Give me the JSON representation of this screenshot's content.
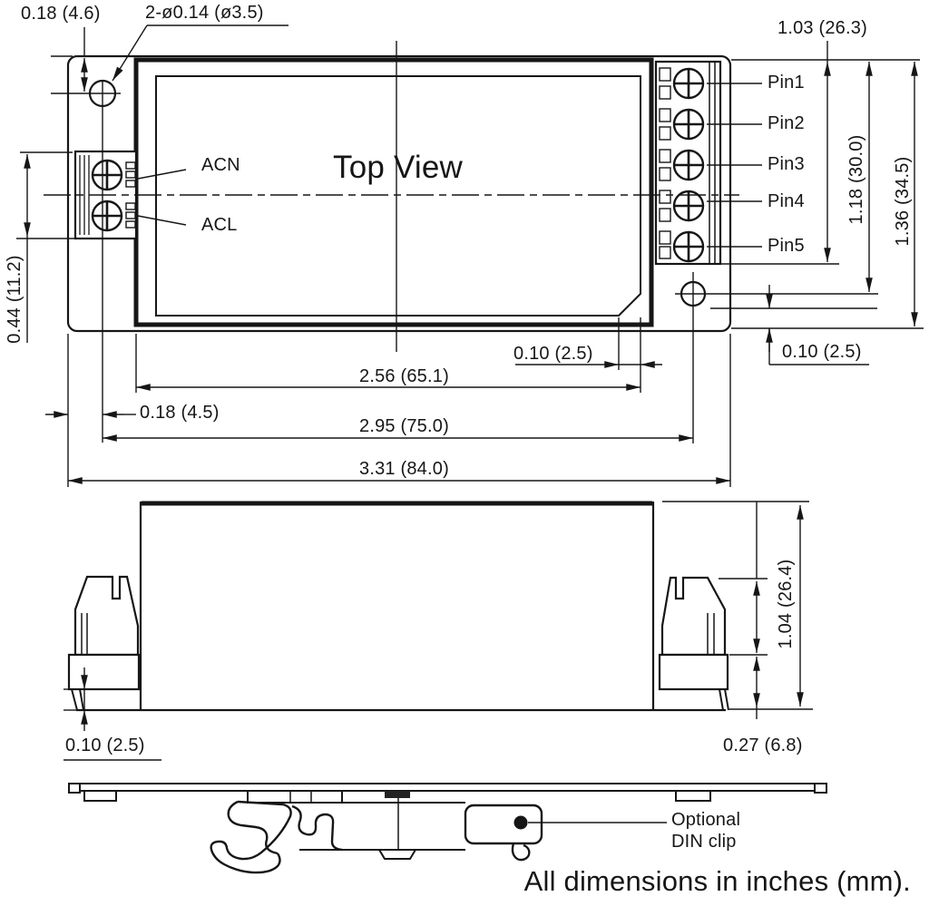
{
  "colors": {
    "ink": "#161616",
    "paper": "#ffffff"
  },
  "footer_note": "All dimensions in inches (mm).",
  "top_view": {
    "title": "Top View",
    "terminal_labels": {
      "acn": "ACN",
      "acl": "ACL"
    },
    "pins": [
      "Pin1",
      "Pin2",
      "Pin3",
      "Pin4",
      "Pin5"
    ],
    "dimensions": {
      "hole_top_offset": "0.18 (4.6)",
      "mounting_holes_callout": "2-ø0.14 (ø3.5)",
      "pin_block_height": "1.03 (26.3)",
      "hole_center_height": "1.18 (30.0)",
      "body_height": "1.36 (34.5)",
      "terminal_block_height": "0.44 (11.2)",
      "lid_width": "2.56 (65.1)",
      "lid_edge_gap": "0.10 (2.5)",
      "hole_edge_offset": "0.10 (2.5)",
      "hole_left_offset": "0.18 (4.5)",
      "hole_spacing": "2.95 (75.0)",
      "body_width": "3.31 (84.0)"
    }
  },
  "side_view": {
    "dimensions": {
      "body_height": "1.04 (26.4)",
      "foot_lip": "0.10 (2.5)",
      "foot_depth": "0.27 (6.8)"
    }
  },
  "bottom_view": {
    "din_clip_label": [
      "Optional",
      "DIN clip"
    ]
  }
}
